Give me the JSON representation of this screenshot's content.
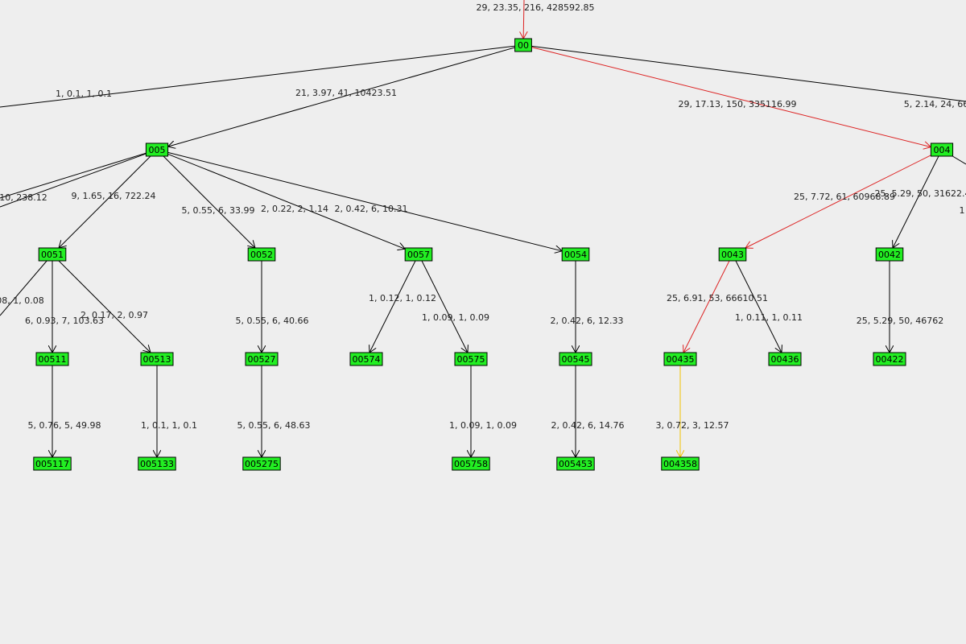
{
  "colors": {
    "background": "#eeeeee",
    "node_fill": "#22ee22",
    "edge_default": "#000000",
    "edge_highlight": "#dd2222",
    "edge_leaf_highlight": "#f2c200"
  },
  "nodes": [
    {
      "id": "00",
      "label": "00"
    },
    {
      "id": "005",
      "label": "005"
    },
    {
      "id": "004",
      "label": "004"
    },
    {
      "id": "0051",
      "label": "0051"
    },
    {
      "id": "0052",
      "label": "0052"
    },
    {
      "id": "0057",
      "label": "0057"
    },
    {
      "id": "0054",
      "label": "0054"
    },
    {
      "id": "0043",
      "label": "0043"
    },
    {
      "id": "0042",
      "label": "0042"
    },
    {
      "id": "00511",
      "label": "00511"
    },
    {
      "id": "00513",
      "label": "00513"
    },
    {
      "id": "00527",
      "label": "00527"
    },
    {
      "id": "00574",
      "label": "00574"
    },
    {
      "id": "00575",
      "label": "00575"
    },
    {
      "id": "00545",
      "label": "00545"
    },
    {
      "id": "00435",
      "label": "00435"
    },
    {
      "id": "00436",
      "label": "00436"
    },
    {
      "id": "00422",
      "label": "00422"
    },
    {
      "id": "005117",
      "label": "005117"
    },
    {
      "id": "005133",
      "label": "005133"
    },
    {
      "id": "005275",
      "label": "005275"
    },
    {
      "id": "005758",
      "label": "005758"
    },
    {
      "id": "005453",
      "label": "005453"
    },
    {
      "id": "004358",
      "label": "004358"
    }
  ],
  "edges": [
    {
      "id": "e-root-in",
      "from": "root-in",
      "to": "00",
      "label": "29, 23.35, 216, 428592.85",
      "style": "highlight"
    },
    {
      "id": "e-00-left",
      "from": "00",
      "to": "offleft-1",
      "label": "1, 0.1, 1, 0.1",
      "style": "default"
    },
    {
      "id": "e-00-005",
      "from": "00",
      "to": "005",
      "label": "21, 3.97, 41, 10423.51",
      "style": "default"
    },
    {
      "id": "e-00-004",
      "from": "00",
      "to": "004",
      "label": "29, 17.13, 150, 335116.99",
      "style": "highlight"
    },
    {
      "id": "e-00-right",
      "from": "00",
      "to": "offright-1",
      "label": "5, 2.14, 24, 66",
      "style": "default"
    },
    {
      "id": "e-005-left1",
      "from": "005",
      "to": "offleft-2",
      "label": "10, 238.12",
      "style": "default"
    },
    {
      "id": "e-005-left2",
      "from": "005",
      "to": "offleft-3",
      "label": "",
      "style": "default"
    },
    {
      "id": "e-005-0051",
      "from": "005",
      "to": "0051",
      "label": "9, 1.65, 16, 722.24",
      "style": "default"
    },
    {
      "id": "e-005-0052",
      "from": "005",
      "to": "0052",
      "label": "5, 0.55, 6, 33.99",
      "style": "default"
    },
    {
      "id": "e-005-0057",
      "from": "005",
      "to": "0057",
      "label": "2, 0.22, 2, 1.14",
      "style": "default"
    },
    {
      "id": "e-005-0054",
      "from": "005",
      "to": "0054",
      "label": "2, 0.42, 6, 10.31",
      "style": "default"
    },
    {
      "id": "e-004-0043",
      "from": "004",
      "to": "0043",
      "label": "25, 7.72, 61, 60968.89",
      "style": "highlight"
    },
    {
      "id": "e-004-0042",
      "from": "004",
      "to": "0042",
      "label": "25, 5.29, 50, 31622.4",
      "style": "default"
    },
    {
      "id": "e-004-right",
      "from": "004",
      "to": "offright-2",
      "label": "1",
      "style": "default"
    },
    {
      "id": "e-0051-left",
      "from": "0051",
      "to": "offleft-4",
      "label": "08, 1, 0.08",
      "style": "default"
    },
    {
      "id": "e-0051-00511",
      "from": "0051",
      "to": "00511",
      "label": "6, 0.93, 7, 103.63",
      "style": "default"
    },
    {
      "id": "e-0051-00513",
      "from": "0051",
      "to": "00513",
      "label": "2, 0.17, 2, 0.97",
      "style": "default"
    },
    {
      "id": "e-0052-00527",
      "from": "0052",
      "to": "00527",
      "label": "5, 0.55, 6, 40.66",
      "style": "default"
    },
    {
      "id": "e-0057-00574",
      "from": "0057",
      "to": "00574",
      "label": "1, 0.12, 1, 0.12",
      "style": "default"
    },
    {
      "id": "e-0057-00575",
      "from": "0057",
      "to": "00575",
      "label": "1, 0.09, 1, 0.09",
      "style": "default"
    },
    {
      "id": "e-0054-00545",
      "from": "0054",
      "to": "00545",
      "label": "2, 0.42, 6, 12.33",
      "style": "default"
    },
    {
      "id": "e-0043-00435",
      "from": "0043",
      "to": "00435",
      "label": "25, 6.91, 53, 66610.51",
      "style": "highlight"
    },
    {
      "id": "e-0043-00436",
      "from": "0043",
      "to": "00436",
      "label": "1, 0.11, 1, 0.11",
      "style": "default"
    },
    {
      "id": "e-0042-00422",
      "from": "0042",
      "to": "00422",
      "label": "25, 5.29, 50, 46762",
      "style": "default"
    },
    {
      "id": "e-00511-005117",
      "from": "00511",
      "to": "005117",
      "label": "5, 0.76, 5, 49.98",
      "style": "default"
    },
    {
      "id": "e-00513-005133",
      "from": "00513",
      "to": "005133",
      "label": "1, 0.1, 1, 0.1",
      "style": "default"
    },
    {
      "id": "e-00527-005275",
      "from": "00527",
      "to": "005275",
      "label": "5, 0.55, 6, 48.63",
      "style": "default"
    },
    {
      "id": "e-00575-005758",
      "from": "00575",
      "to": "005758",
      "label": "1, 0.09, 1, 0.09",
      "style": "default"
    },
    {
      "id": "e-00545-005453",
      "from": "00545",
      "to": "005453",
      "label": "2, 0.42, 6, 14.76",
      "style": "default"
    },
    {
      "id": "e-00435-004358",
      "from": "00435",
      "to": "004358",
      "label": "3, 0.72, 3, 12.57",
      "style": "leaf_highlight"
    }
  ]
}
